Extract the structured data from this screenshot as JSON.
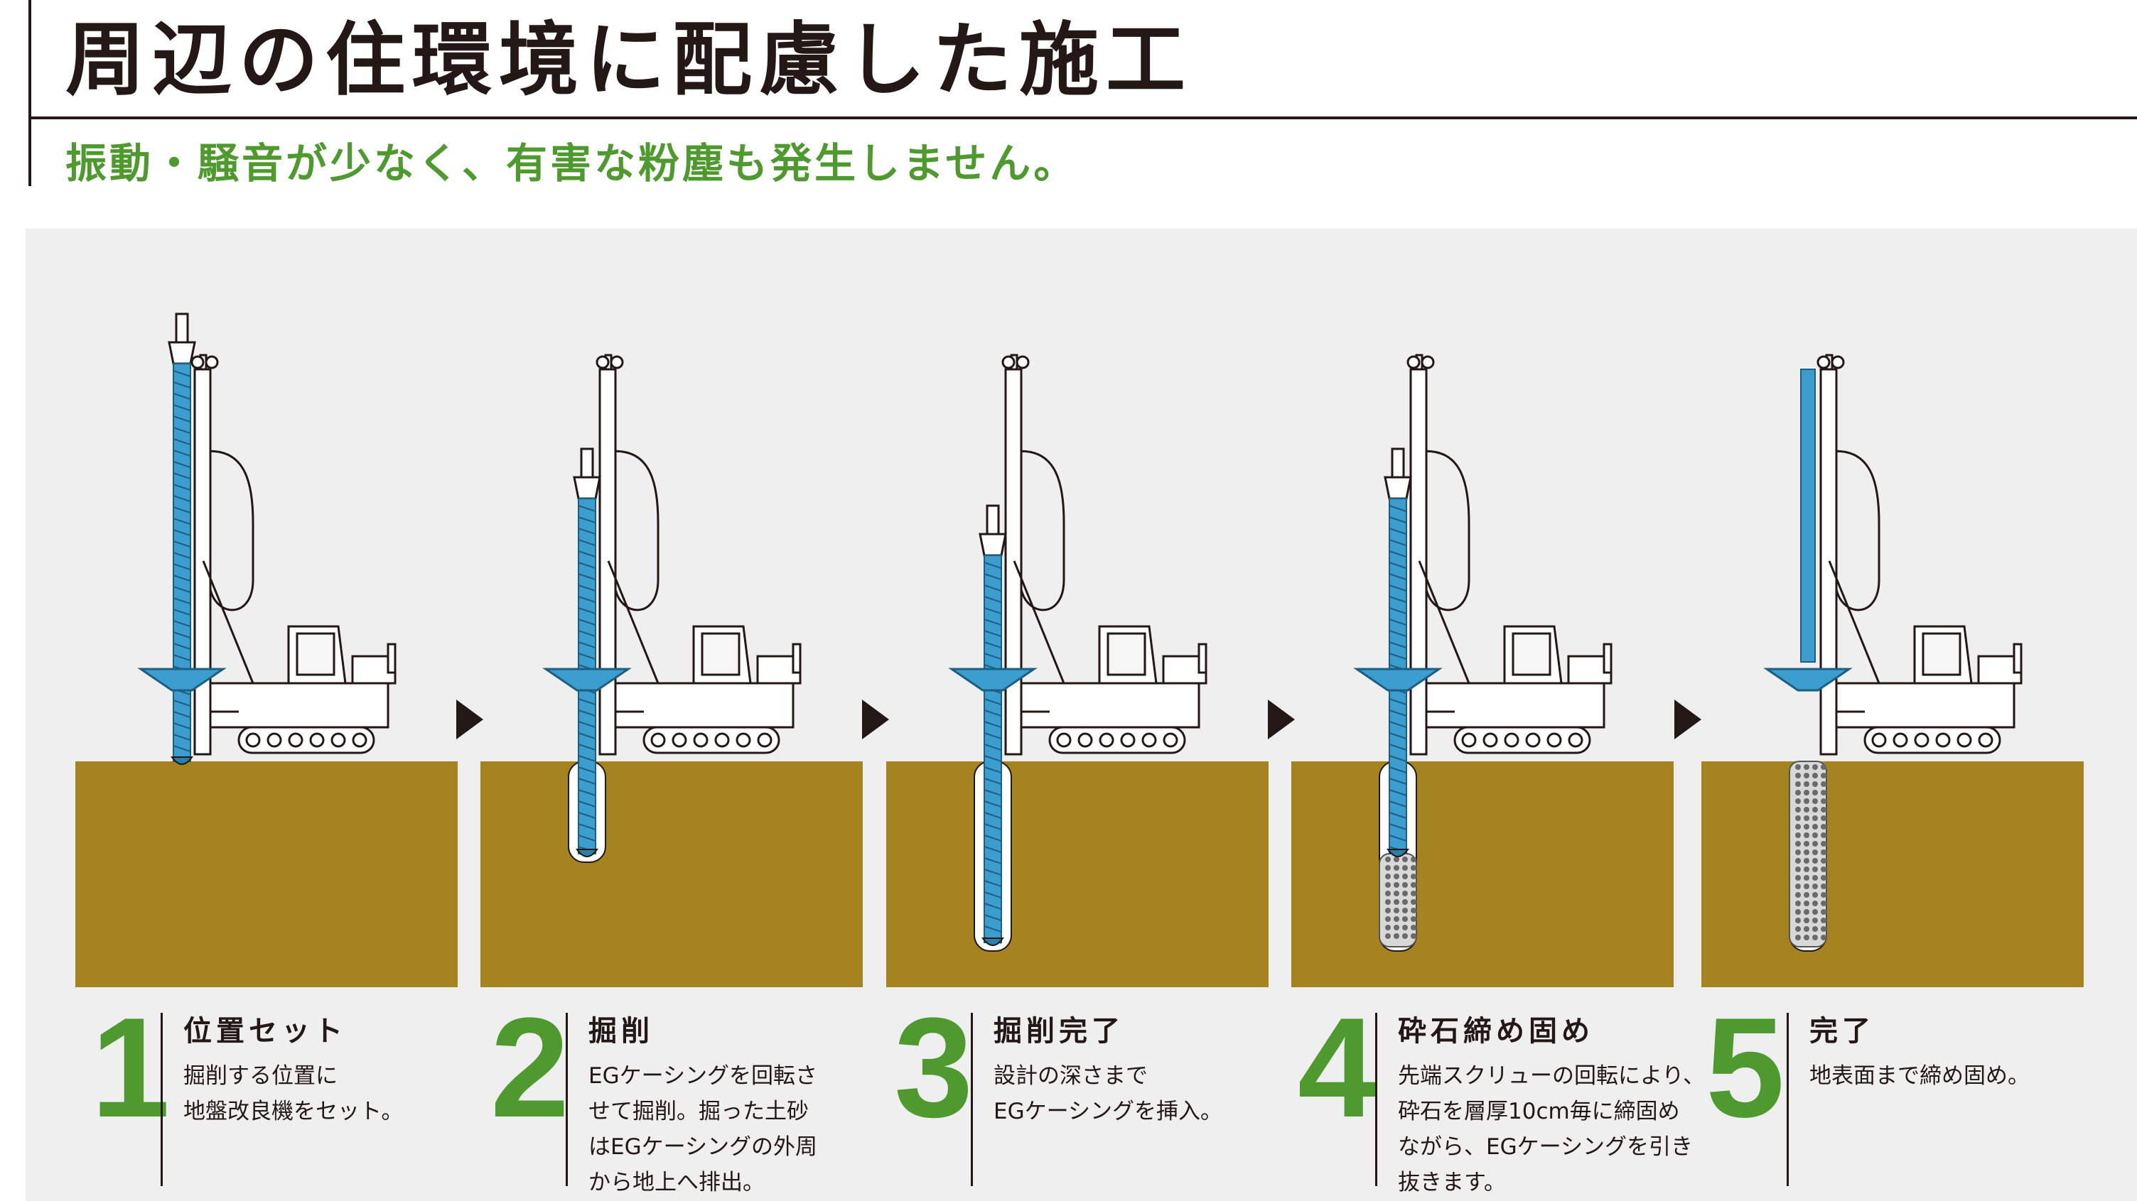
{
  "header": {
    "title": "周辺の住環境に配慮した施工",
    "subtitle": "振動・騒音が少なく、有害な粉塵も発生しません。"
  },
  "steps": [
    {
      "number": "1",
      "title": "位置セット",
      "desc": [
        "掘削する位置に",
        "地盤改良機をセット。"
      ]
    },
    {
      "number": "2",
      "title": "掘削",
      "desc": [
        "EGケーシングを回転さ",
        "せて掘削。掘った土砂",
        "はEGケーシングの外周",
        "から地上へ排出。"
      ]
    },
    {
      "number": "3",
      "title": "掘削完了",
      "desc": [
        "設計の深さまで",
        "EGケーシングを挿入。"
      ]
    },
    {
      "number": "4",
      "title": "砕石締め固め",
      "desc": [
        "先端スクリューの回転により、",
        "砕石を層厚10cm毎に締固め",
        "ながら、EGケーシングを引き",
        "抜きます。"
      ]
    },
    {
      "number": "5",
      "title": "完了",
      "desc": [
        "地表面まで締め固め。"
      ]
    }
  ],
  "colors": {
    "ground": "#a58420",
    "casing": "#3c9ecf",
    "accent_green": "#4f9a2f",
    "panel_bg": "#efefef",
    "gravel": "#9a9a9a"
  }
}
